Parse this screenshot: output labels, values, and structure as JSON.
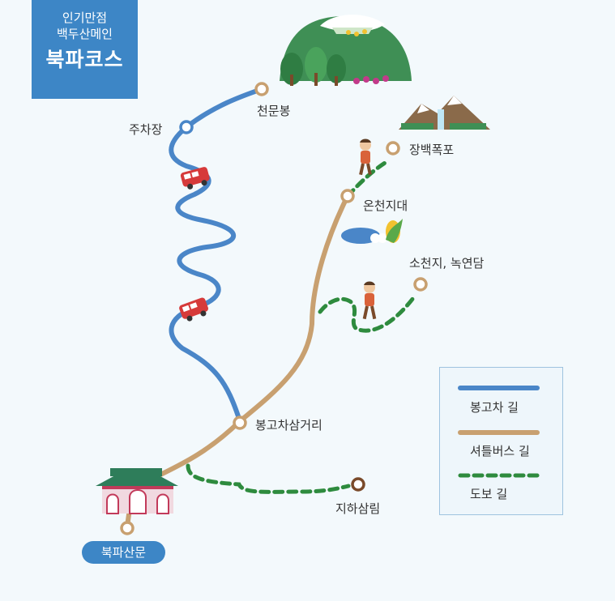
{
  "title": {
    "line1": "인기만점",
    "line2": "백두산메인",
    "line3": "북파코스"
  },
  "places": {
    "cheonmunbong": "천문봉",
    "parking": "주차장",
    "jangbaek_falls": "장백폭포",
    "oncheon": "온천지대",
    "socheonji": "소천지, 녹연담",
    "junction": "봉고차삼거리",
    "jiha_forest": "지하삼림",
    "gate": "북파산문"
  },
  "legend": {
    "bongo": "봉고차 길",
    "shuttle": "셔틀버스 길",
    "walk": "도보 길"
  },
  "colors": {
    "bongo": "#4a86c8",
    "shuttle": "#c8a070",
    "walk": "#2e8b3e",
    "title_bg": "#3d86c6",
    "node_ring": "#c8a070"
  }
}
